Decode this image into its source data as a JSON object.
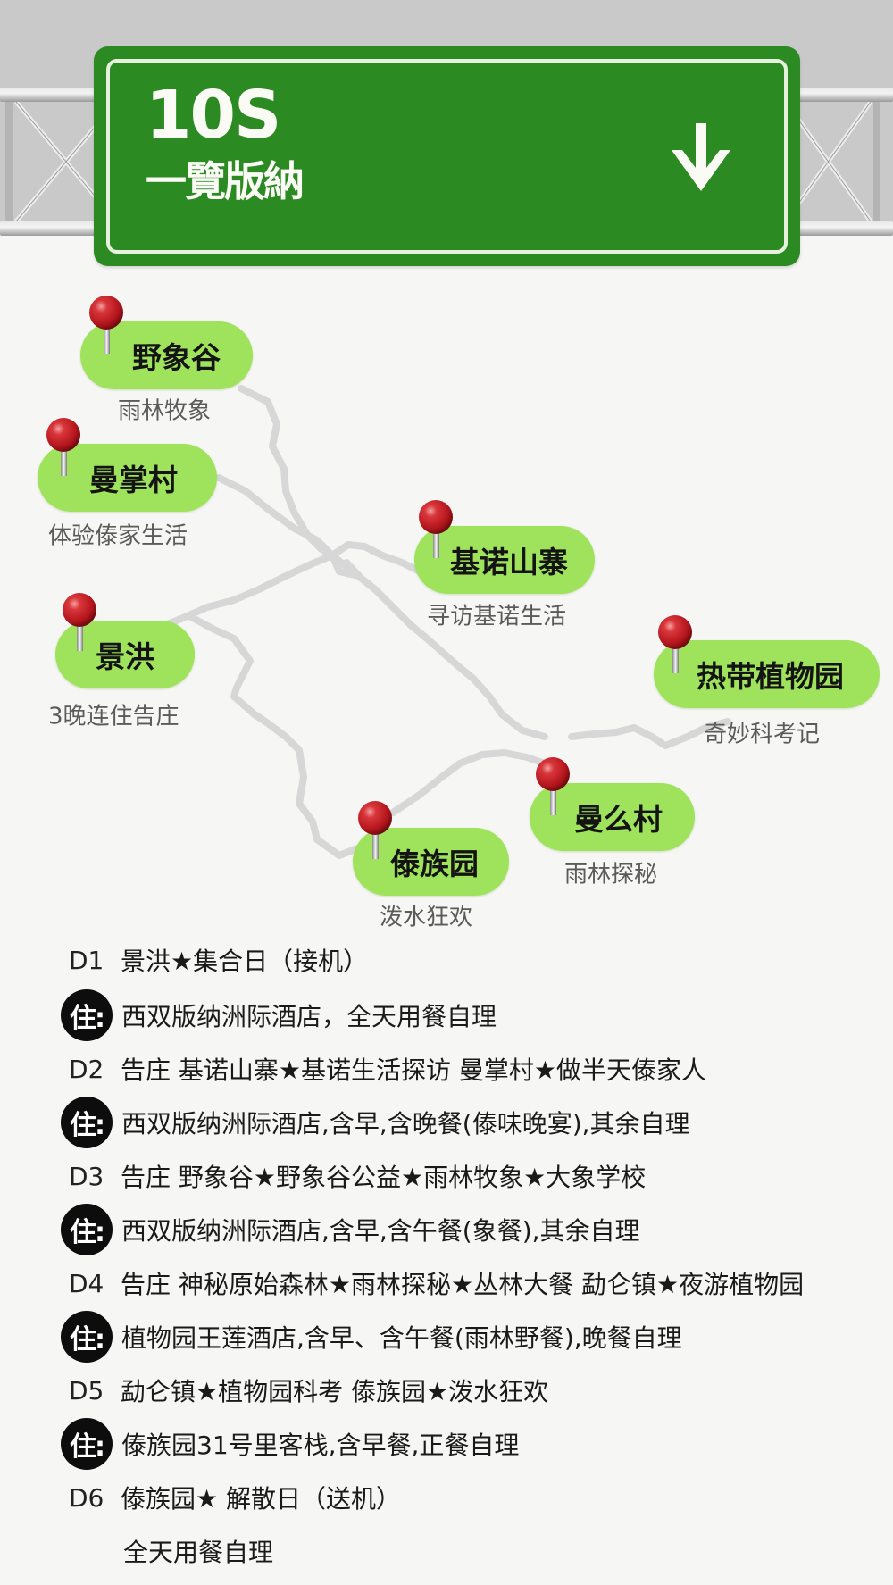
{
  "sign": {
    "title": "10S",
    "subtitle": "一覽版納",
    "arrow_icon": "arrow-down-icon",
    "colors": {
      "green": "#2b8a22",
      "text": "#fbfbf6",
      "border": "#e6f2dd"
    }
  },
  "map": {
    "pill_color": "#9fe35c",
    "pin_color": "#c8202a",
    "locations": [
      {
        "name": "野象谷",
        "subtitle": "雨林牧象"
      },
      {
        "name": "曼掌村",
        "subtitle": "体验傣家生活"
      },
      {
        "name": "景洪",
        "subtitle": "3晚连住告庄"
      },
      {
        "name": "基诺山寨",
        "subtitle": "寻访基诺生活"
      },
      {
        "name": "热带植物园",
        "subtitle": "奇妙科考记"
      },
      {
        "name": "曼么村",
        "subtitle": "雨林探秘"
      },
      {
        "name": "傣族园",
        "subtitle": "泼水狂欢"
      }
    ]
  },
  "itinerary": {
    "stay_badge": "住:",
    "days": [
      {
        "day": "D1",
        "text": "景洪★集合日（接机）",
        "stay": "西双版纳洲际酒店，全天用餐自理"
      },
      {
        "day": "D2",
        "text": "告庄  基诺山寨★基诺生活探访  曼掌村★做半天傣家人",
        "stay": "西双版纳洲际酒店,含早,含晚餐(傣味晚宴),其余自理"
      },
      {
        "day": "D3",
        "text": "告庄  野象谷★野象谷公益★雨林牧象★大象学校",
        "stay": "西双版纳洲际酒店,含早,含午餐(象餐),其余自理"
      },
      {
        "day": "D4",
        "text": "告庄  神秘原始森林★雨林探秘★丛林大餐  勐仑镇★夜游植物园",
        "stay": "植物园王莲酒店,含早、含午餐(雨林野餐),晚餐自理"
      },
      {
        "day": "D5",
        "text": "勐仑镇★植物园科考  傣族园★泼水狂欢",
        "stay": "傣族园31号里客栈,含早餐,正餐自理"
      },
      {
        "day": "D6",
        "text": "傣族园★ 解散日（送机）",
        "note": "全天用餐自理"
      }
    ]
  }
}
